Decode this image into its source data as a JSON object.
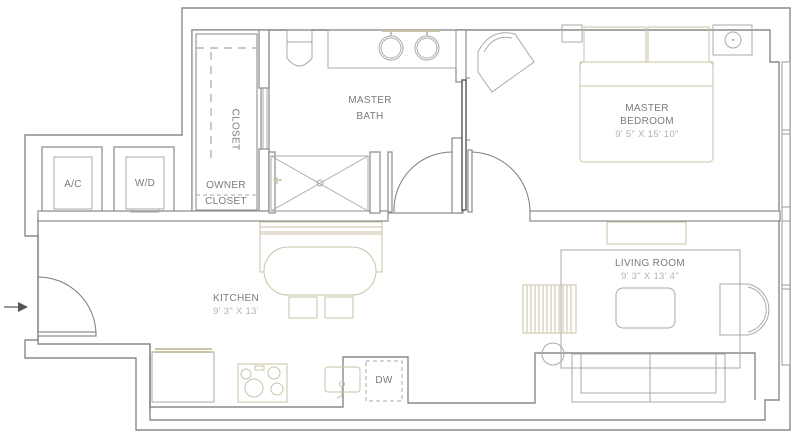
{
  "plan": {
    "type": "floor-plan",
    "colors": {
      "wall": "#8a8a8a",
      "furniture": "#c9c3a6",
      "label": "#7b7b7b",
      "dimension": "#b3b3b3",
      "background": "#ffffff"
    },
    "rooms": {
      "closet": {
        "name": "CLOSET"
      },
      "owner_closet": {
        "line1": "OWNER",
        "line2": "CLOSET"
      },
      "master_bath": {
        "line1": "MASTER",
        "line2": "BATH"
      },
      "master_bedroom": {
        "line1": "MASTER",
        "line2": "BEDROOM",
        "dimensions": "9' 5\" X 15' 10\""
      },
      "ac": {
        "name": "A/C"
      },
      "wd": {
        "name": "W/D"
      },
      "kitchen": {
        "name": "KITCHEN",
        "dimensions": "9' 3\" X 13'"
      },
      "living_room": {
        "name": "LIVING ROOM",
        "dimensions": "9' 3\" X 13' 4\""
      },
      "dishwasher": {
        "name": "DW"
      }
    },
    "entry_arrow": "entry-arrow-icon"
  }
}
